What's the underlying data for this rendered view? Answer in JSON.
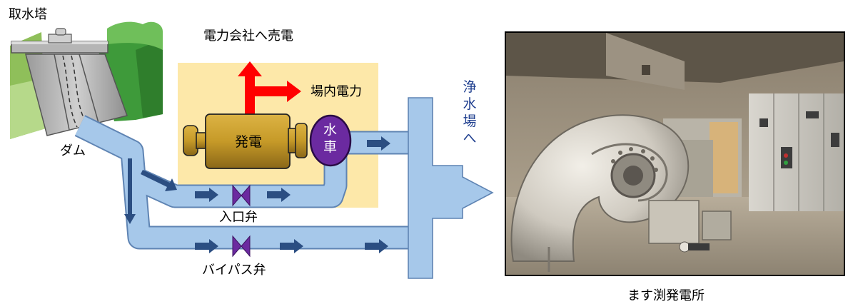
{
  "labels": {
    "intake_tower": "取水塔",
    "dam": "ダム",
    "sell_power": "電力会社へ売電",
    "onsite_power": "場内電力",
    "generator": "発電",
    "turbine_top": "水",
    "turbine_bottom": "車",
    "inlet_valve": "入口弁",
    "bypass_valve": "バイパス弁",
    "to_plant": [
      "浄",
      "水",
      "場",
      "へ"
    ]
  },
  "photo": {
    "caption": "ます渕発電所"
  },
  "colors": {
    "pipe_fill": "#a6c8ea",
    "pipe_stroke": "#5f84b3",
    "flow_arrow": "#2b4e82",
    "generator_box": "#fde8a9",
    "generator_body": "#c69a28",
    "turbine": "#6b2aa0",
    "valve": "#6b2aa0",
    "power_arrow": "#ff0000",
    "vertical_text": "#1f3f8f"
  }
}
